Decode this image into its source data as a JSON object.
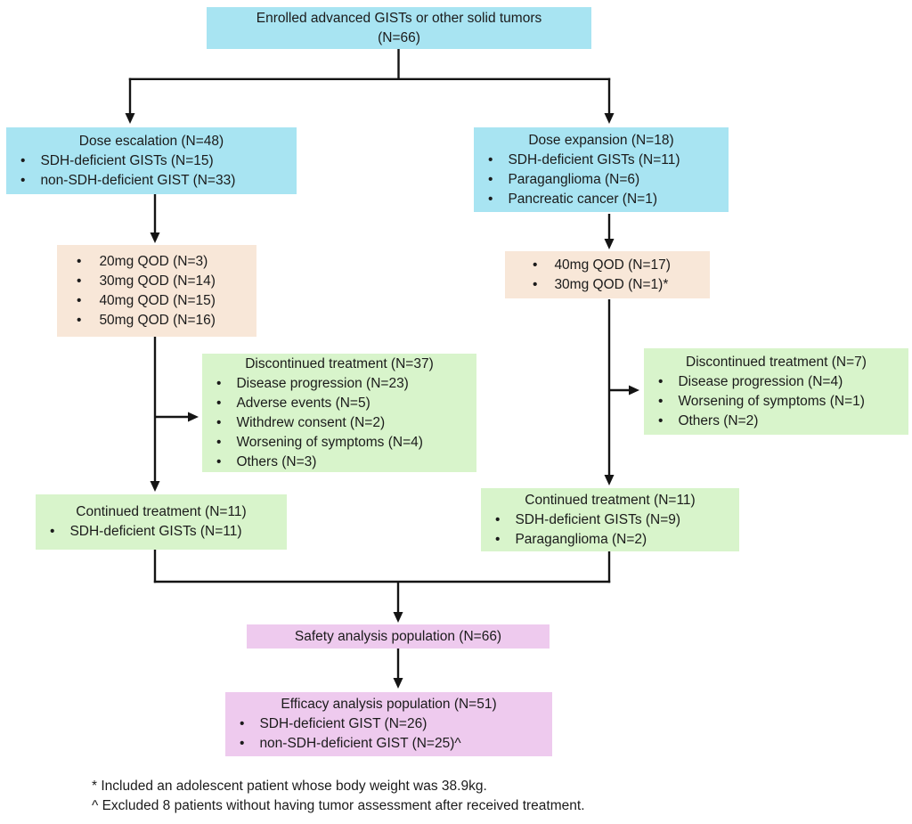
{
  "boxes": {
    "enrolled": {
      "title": "Enrolled advanced GISTs or other solid tumors",
      "count": "(N=66)"
    },
    "dose_escalation": {
      "title": "Dose escalation (N=48)",
      "items": [
        "SDH-deficient GISTs (N=15)",
        "non-SDH-deficient GIST (N=33)"
      ]
    },
    "dose_expansion": {
      "title": "Dose expansion (N=18)",
      "items": [
        "SDH-deficient GISTs (N=11)",
        "Paraganglioma (N=6)",
        "Pancreatic cancer (N=1)"
      ]
    },
    "doses_escalation": {
      "items": [
        "20mg QOD (N=3)",
        "30mg QOD (N=14)",
        "40mg QOD (N=15)",
        "50mg QOD (N=16)"
      ]
    },
    "doses_expansion": {
      "items": [
        "40mg QOD (N=17)",
        "30mg QOD (N=1)*"
      ]
    },
    "discontinued_escalation": {
      "title": "Discontinued treatment (N=37)",
      "items": [
        "Disease progression (N=23)",
        "Adverse events (N=5)",
        "Withdrew consent (N=2)",
        "Worsening of symptoms (N=4)",
        "Others (N=3)"
      ]
    },
    "discontinued_expansion": {
      "title": "Discontinued treatment (N=7)",
      "items": [
        "Disease progression (N=4)",
        "Worsening of symptoms (N=1)",
        "Others (N=2)"
      ]
    },
    "continued_escalation": {
      "title": "Continued treatment (N=11)",
      "items": [
        "SDH-deficient GISTs (N=11)"
      ]
    },
    "continued_expansion": {
      "title": "Continued treatment (N=11)",
      "items": [
        "SDH-deficient GISTs (N=9)",
        "Paraganglioma (N=2)"
      ]
    },
    "safety": {
      "title": "Safety analysis population (N=66)"
    },
    "efficacy": {
      "title": "Efficacy analysis population (N=51)",
      "items": [
        "SDH-deficient GIST (N=26)",
        "non-SDH-deficient GIST (N=25)^"
      ]
    }
  },
  "footnotes": [
    "* Included an adolescent patient whose body weight was 38.9kg.",
    "^ Excluded 8 patients without having tumor assessment after received treatment."
  ],
  "colors": {
    "enrollment_boxes": "#a8e4f2",
    "dose_boxes": "#f8e7d8",
    "outcome_boxes": "#d8f4cb",
    "analysis_boxes": "#eecaee",
    "connector_lines": "#141414"
  }
}
